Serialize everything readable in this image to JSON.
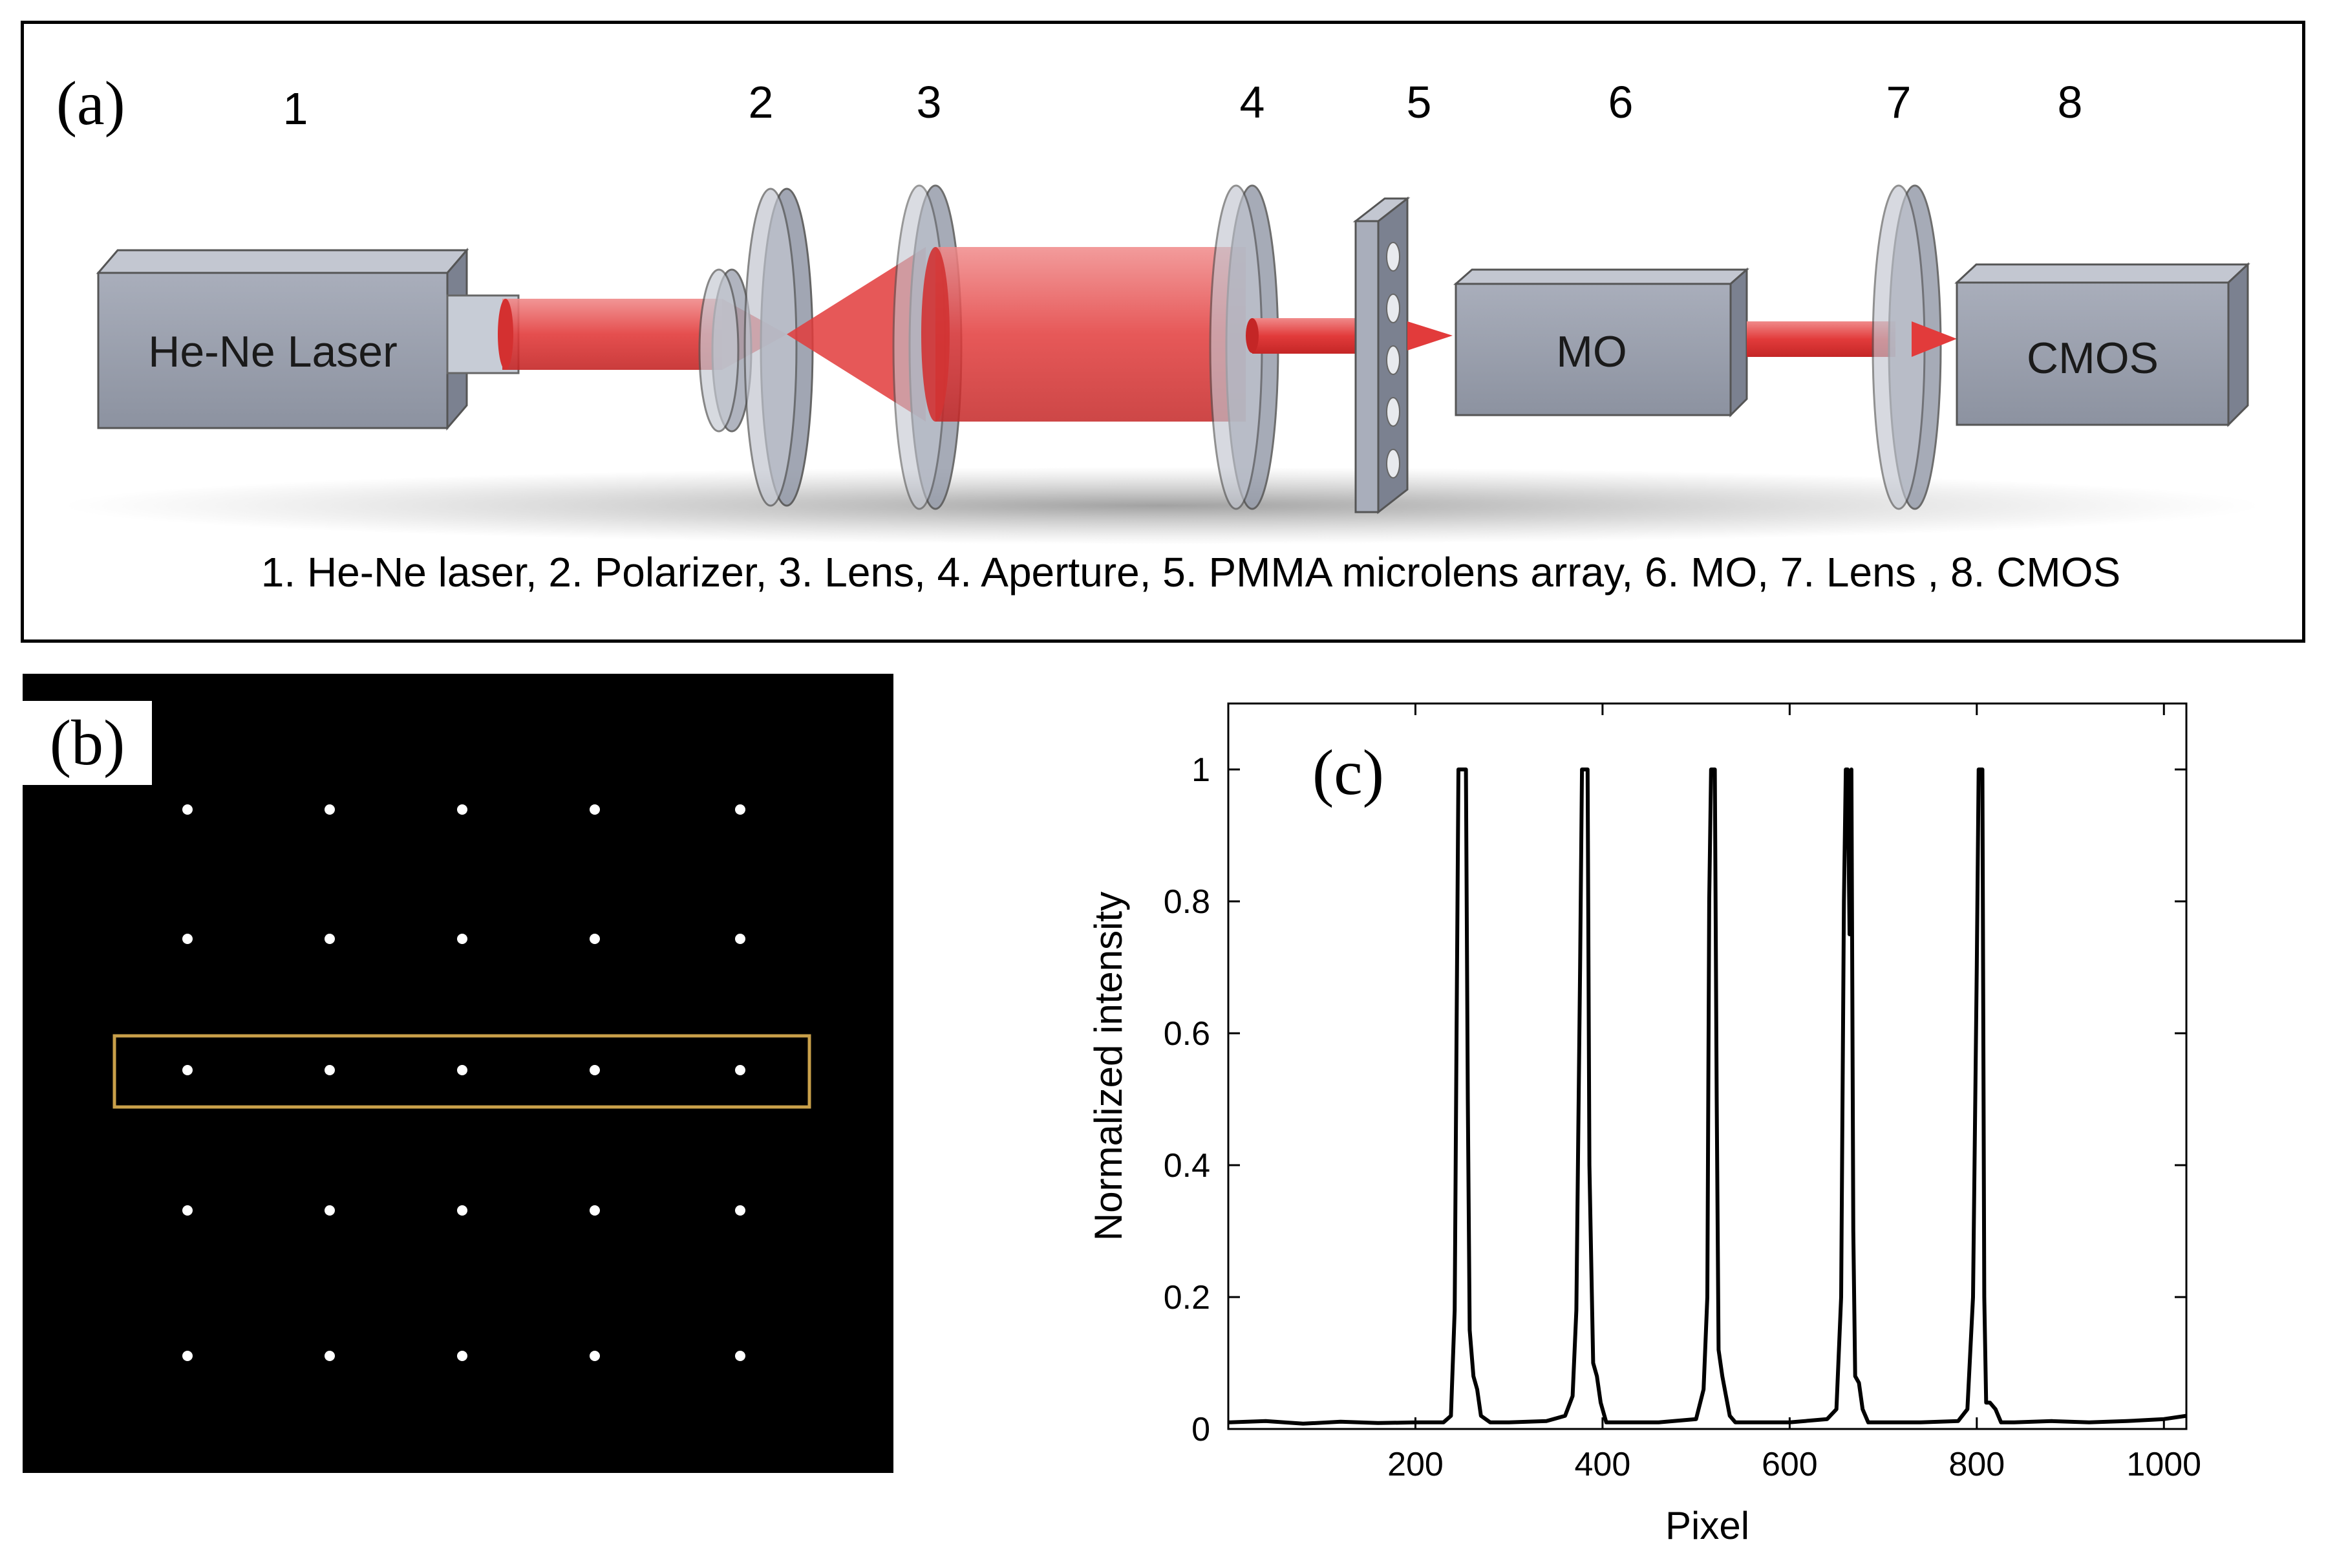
{
  "panel_a": {
    "label": "(a)",
    "numbers": [
      "1",
      "2",
      "3",
      "4",
      "5",
      "6",
      "7",
      "8"
    ],
    "laser_text": "He-Ne Laser",
    "mo_text": "MO",
    "cmos_text": "CMOS",
    "caption": "1. He-Ne laser, 2. Polarizer, 3. Lens, 4. Aperture, 5. PMMA microlens array, 6. MO, 7. Lens , 8. CMOS",
    "colors": {
      "beam": "#e23b3b",
      "component": "#9aa0ad",
      "component_dark": "#6f7583"
    }
  },
  "panel_b": {
    "label": "(b)",
    "spot_grid": {
      "rows": 5,
      "cols": 5,
      "highlighted_row": 3
    },
    "colors": {
      "background": "#000000",
      "spot": "#ffffff",
      "highlight": "#c9a04a"
    }
  },
  "chart_data": {
    "type": "line",
    "panel_label": "(c)",
    "xlabel": "Pixel",
    "ylabel": "Normalized intensity",
    "xlim": [
      0,
      1024
    ],
    "ylim": [
      0,
      1.1
    ],
    "x_ticks": [
      200,
      400,
      600,
      800,
      1000
    ],
    "y_ticks": [
      0,
      0.2,
      0.4,
      0.6,
      0.8,
      1
    ],
    "x_tick_labels": [
      "200",
      "400",
      "600",
      "800",
      "1000"
    ],
    "y_tick_labels": [
      "0",
      "0.2",
      "0.4",
      "0.6",
      "0.8",
      "1"
    ],
    "grid": false,
    "series": [
      {
        "x": [
          0,
          40,
          80,
          120,
          160,
          200,
          230,
          238,
          242,
          244,
          246,
          248,
          250,
          252,
          254,
          256,
          258,
          262,
          266,
          270,
          280,
          300,
          340,
          360,
          368,
          372,
          376,
          378,
          380,
          382,
          384,
          386,
          390,
          394,
          398,
          404,
          420,
          460,
          500,
          508,
          512,
          514,
          516,
          518,
          520,
          522,
          524,
          528,
          532,
          536,
          542,
          560,
          600,
          640,
          650,
          655,
          658,
          660,
          662,
          664,
          666,
          668,
          670,
          674,
          678,
          684,
          700,
          740,
          780,
          790,
          796,
          800,
          802,
          804,
          806,
          808,
          810,
          814,
          820,
          826,
          840,
          880,
          920,
          960,
          1000,
          1024
        ],
        "y": [
          0.01,
          0.012,
          0.008,
          0.011,
          0.009,
          0.01,
          0.01,
          0.02,
          0.18,
          0.6,
          1,
          1,
          1,
          1,
          1,
          0.5,
          0.15,
          0.08,
          0.06,
          0.02,
          0.01,
          0.01,
          0.012,
          0.02,
          0.05,
          0.18,
          0.7,
          1,
          1,
          1,
          1,
          0.4,
          0.1,
          0.08,
          0.04,
          0.01,
          0.01,
          0.01,
          0.015,
          0.06,
          0.2,
          0.8,
          1,
          1,
          1,
          0.5,
          0.12,
          0.08,
          0.05,
          0.02,
          0.01,
          0.01,
          0.01,
          0.015,
          0.03,
          0.2,
          0.8,
          1,
          1,
          0.75,
          1,
          0.3,
          0.08,
          0.07,
          0.03,
          0.01,
          0.01,
          0.01,
          0.012,
          0.03,
          0.2,
          0.7,
          1,
          1,
          1,
          0.2,
          0.04,
          0.04,
          0.03,
          0.01,
          0.01,
          0.012,
          0.01,
          0.012,
          0.015,
          0.02
        ]
      }
    ]
  }
}
